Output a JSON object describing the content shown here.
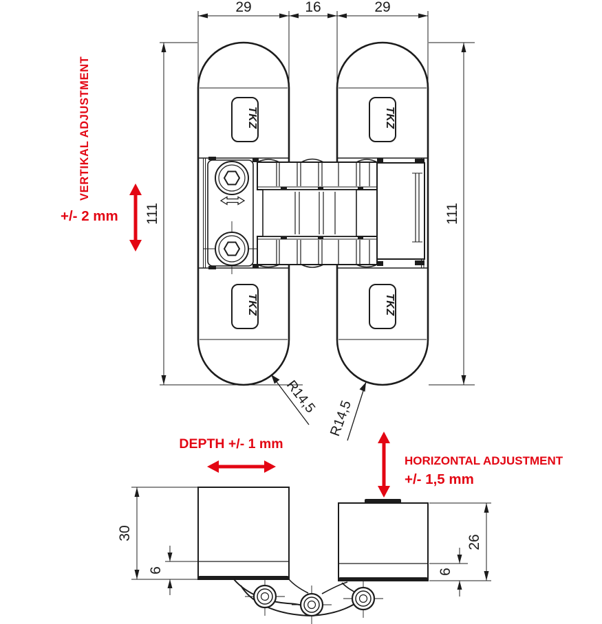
{
  "colors": {
    "line": "#1c1c1c",
    "red": "#e30613",
    "background": "#ffffff"
  },
  "front_view": {
    "width_left_mm": "29",
    "gap_mm": "16",
    "width_right_mm": "29",
    "height_left_mm": "111",
    "height_right_mm": "111",
    "corner_radius_left": "R14,5",
    "corner_radius_right": "R14,5",
    "logo_text": "TKZ"
  },
  "adjustments": {
    "vertical_label": "VERTIKAL ADJUSTMENT",
    "vertical_value": "+/- 2 mm",
    "depth_label": "DEPTH +/- 1 mm",
    "horizontal_label": "HORIZONTAL ADJUSTMENT",
    "horizontal_value": "+/- 1,5 mm"
  },
  "side_views": {
    "left_height_mm": "30",
    "left_inset_mm": "6",
    "right_height_mm": "26",
    "right_inset_mm": "6"
  }
}
